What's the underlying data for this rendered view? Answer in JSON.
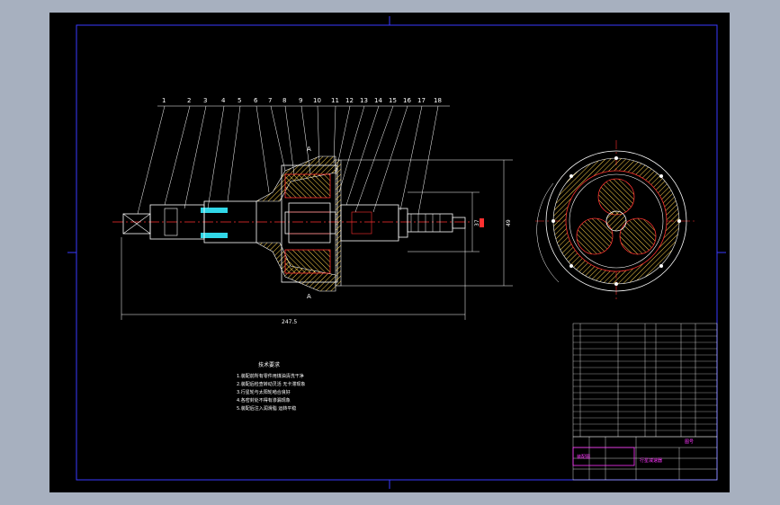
{
  "drawing": {
    "part_numbers": [
      "1",
      "2",
      "3",
      "4",
      "5",
      "6",
      "7",
      "8",
      "9",
      "10",
      "11",
      "12",
      "13",
      "14",
      "15",
      "16",
      "17",
      "18"
    ],
    "dim_overall_length": "247.5",
    "dim_vertical_1": "37",
    "dim_vertical_2": "49",
    "section_mark_top": "A",
    "section_mark_bottom": "A",
    "tech_req_title": "技术要求",
    "tech_req_lines": [
      "1.装配前所有零件用煤油清洗干净",
      "2.装配后检查转动灵活 无卡滞现象",
      "3.行星轮与太阳轮啮合良好",
      "4.各密封处不得有渗漏现象",
      "5.装配后注入润滑脂 运转平稳"
    ],
    "title_block_text_1": "装配图",
    "title_block_text_2": "行星减速器",
    "title_block_text_3": "图号"
  },
  "colors": {
    "sheet_bg": "#000000",
    "page_bg": "#a7b0bf",
    "outline": "#ffffff",
    "border": "#3a3aff",
    "hatch": "#ffd24a",
    "center": "#ff3030",
    "accent_cyan": "#31d7e7",
    "magenta": "#ff33ff"
  }
}
